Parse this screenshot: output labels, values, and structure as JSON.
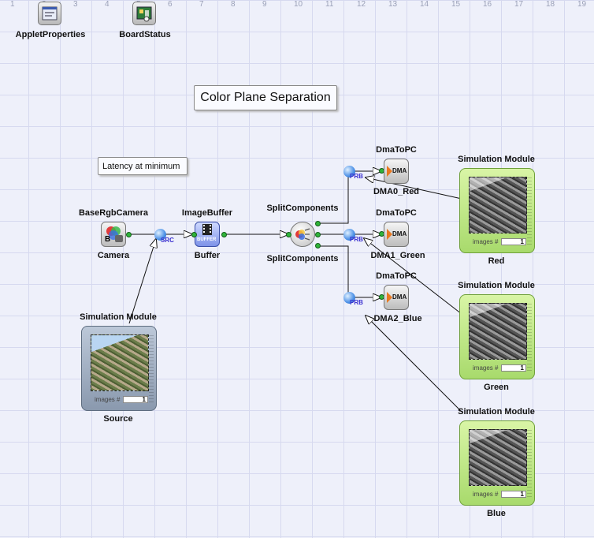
{
  "ruler": [
    "1",
    "2",
    "3",
    "4",
    "5",
    "6",
    "7",
    "8",
    "9",
    "10",
    "11",
    "12",
    "13",
    "14",
    "15",
    "16",
    "17",
    "18",
    "19"
  ],
  "toolbar": {
    "applet_properties": "AppletProperties",
    "board_status": "BoardStatus"
  },
  "title": "Color Plane Separation",
  "note": "Latency at minimum",
  "camera": {
    "type": "BaseRgbCamera",
    "name": "Camera",
    "icon_letter": "B"
  },
  "buffer": {
    "type": "ImageBuffer",
    "name": "Buffer",
    "icon_text": "BUFFER"
  },
  "split": {
    "type": "SplitComponents",
    "name": "SplitComponents"
  },
  "src_tag": "SRC",
  "prb_tag": "PRB",
  "dmas": [
    {
      "type": "DmaToPC",
      "name": "DMA0_Red",
      "icon_text": "DMA"
    },
    {
      "type": "DmaToPC",
      "name": "DMA1_Green",
      "icon_text": "DMA"
    },
    {
      "type": "DmaToPC",
      "name": "DMA2_Blue",
      "icon_text": "DMA"
    }
  ],
  "source_sim": {
    "type": "Simulation Module",
    "name": "Source",
    "counter_label": "images #",
    "counter_value": "1"
  },
  "sims": [
    {
      "type": "Simulation Module",
      "name": "Red",
      "counter_label": "images #",
      "counter_value": "1"
    },
    {
      "type": "Simulation Module",
      "name": "Green",
      "counter_label": "images #",
      "counter_value": "1"
    },
    {
      "type": "Simulation Module",
      "name": "Blue",
      "counter_label": "images #",
      "counter_value": "1"
    }
  ],
  "colors": {
    "port": "#2fb43a",
    "probe": "#4a8fe6",
    "tag": "#3a2fd0",
    "sim_green": "#a8da6c",
    "sim_gray": "#8a99ae",
    "dma_arrow": "#e87820"
  }
}
